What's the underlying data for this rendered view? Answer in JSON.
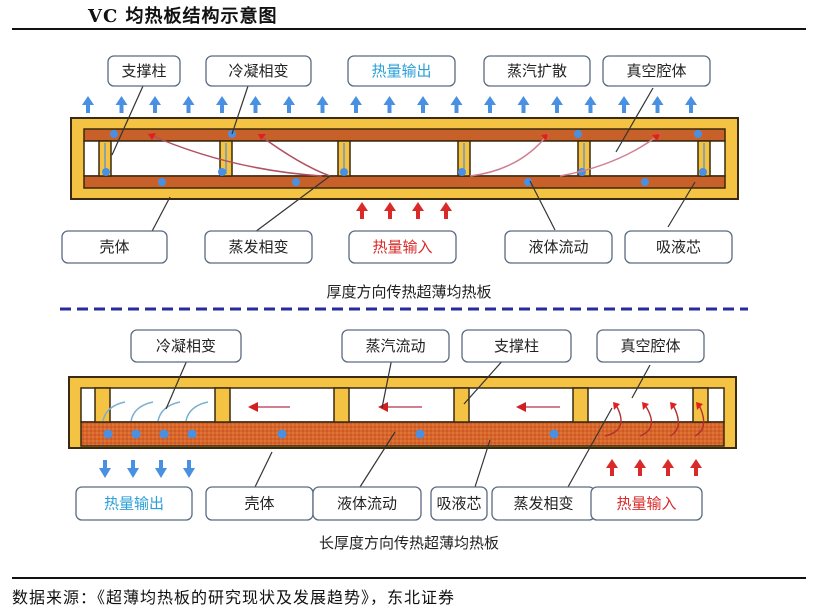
{
  "title": "VC 均热板结构示意图",
  "source": "数据来源：《超薄均热板的研究现状及发展趋势》，东北证券",
  "colors": {
    "shell": "#f5c343",
    "wick": "#d9652a",
    "outline": "#3a2a10",
    "heat_out": "#4a90e2",
    "heat_in": "#d92a2a",
    "divider": "#2a2aa0",
    "label_border": "#5a6a80",
    "heat_out_text": "#2aa0d8",
    "heat_in_text": "#d92a2a"
  },
  "diagram_top": {
    "caption": "厚度方向传热超薄均热板",
    "labels_top": [
      "支撑柱",
      "冷凝相变",
      "热量输出",
      "蒸汽扩散",
      "真空腔体"
    ],
    "labels_bottom": [
      "壳体",
      "蒸发相变",
      "热量输入",
      "液体流动",
      "吸液芯"
    ]
  },
  "diagram_bottom": {
    "caption": "长厚度方向传热超薄均热板",
    "labels_top": [
      "冷凝相变",
      "蒸汽流动",
      "支撑柱",
      "真空腔体"
    ],
    "labels_bottom": [
      "热量输出",
      "壳体",
      "液体流动",
      "吸液芯",
      "蒸发相变",
      "热量输入"
    ]
  }
}
